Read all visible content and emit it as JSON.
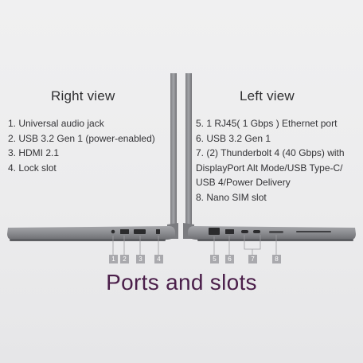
{
  "right_view": {
    "heading": "Right view",
    "items": [
      "1. Universal audio jack",
      "2. USB 3.2 Gen 1 (power-enabled)",
      "3. HDMI 2.1",
      "4. Lock slot"
    ]
  },
  "left_view": {
    "heading": "Left view",
    "items": [
      "5. 1 RJ45( 1 Gbps ) Ethernet port",
      "6. USB 3.2 Gen 1",
      "7. (2) Thunderbolt 4 (40 Gbps) with",
      "DisplayPort Alt Mode/USB Type-C/",
      "USB 4/Power Delivery",
      "8. Nano SIM slot"
    ]
  },
  "callouts": [
    "1",
    "2",
    "3",
    "4",
    "5",
    "6",
    "7",
    "8"
  ],
  "title": "Ports and slots",
  "colors": {
    "title": "#4b1f4a",
    "laptop_body": "#8d8e92",
    "callout_box": "#a9a9ad"
  }
}
